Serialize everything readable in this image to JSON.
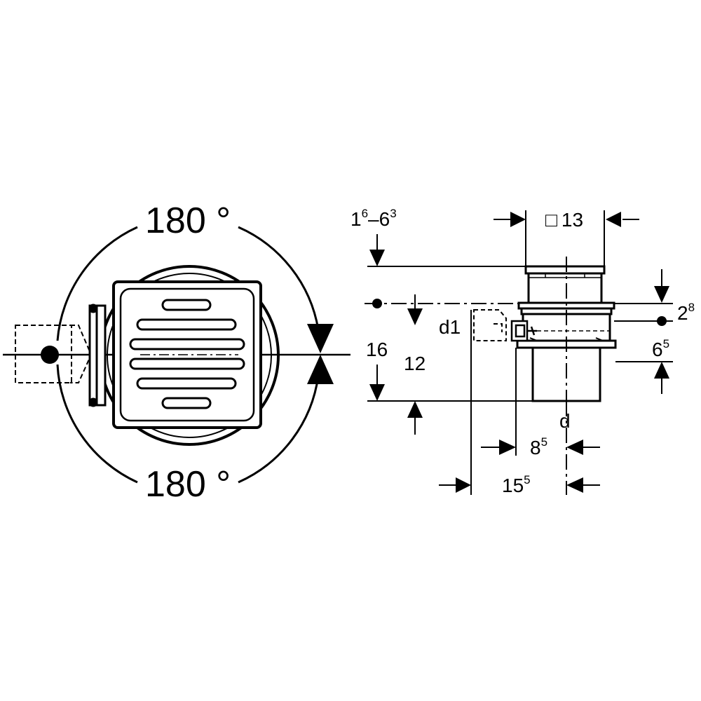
{
  "top_view": {
    "rotation_top": "180 °",
    "rotation_bottom": "180 °"
  },
  "side_view": {
    "flange_range_a": "1",
    "flange_range_a_sup": "6",
    "flange_range_dash": "–",
    "flange_range_b": "6",
    "flange_range_b_sup": "3",
    "square_symbol": "□",
    "square_size": "13",
    "height_total": "16",
    "height_inner": "12",
    "outlet_label": "d1",
    "dim_right_upper": "2",
    "dim_right_upper_sup": "8",
    "dim_right_lower": "6",
    "dim_right_lower_sup": "5",
    "drain_label": "d",
    "dim_bottom_small": "8",
    "dim_bottom_small_sup": "5",
    "dim_bottom_large": "15",
    "dim_bottom_large_sup": "5"
  }
}
